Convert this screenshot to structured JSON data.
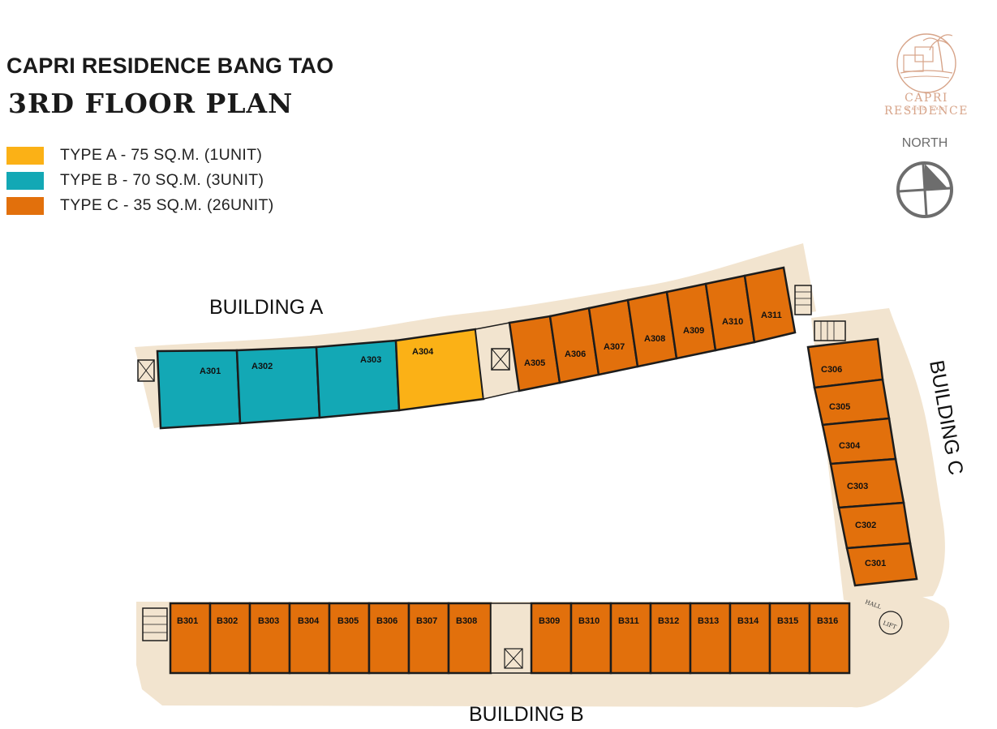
{
  "header": {
    "title": "CAPRI RESIDENCE BANG TAO",
    "subtitle": "3RD FLOOR PLAN"
  },
  "legend": [
    {
      "label": "TYPE A - 75 SQ.M. (1UNIT)",
      "color": "#fbb116"
    },
    {
      "label": "TYPE B - 70 SQ.M. (3UNIT)",
      "color": "#13a8b5"
    },
    {
      "label": "TYPE C - 35 SQ.M. (26UNIT)",
      "color": "#e2700c"
    }
  ],
  "logo": {
    "brand": "CAPRI RESIDENCE",
    "sub": "BANG TAO",
    "color": "#d7a489"
  },
  "compass": {
    "label": "NORTH",
    "icon": "north-compass-icon",
    "color": "#6d6d6d"
  },
  "colors": {
    "type_a": "#fbb116",
    "type_b": "#13a8b5",
    "type_c": "#e2700c",
    "common": "#f2e4cf",
    "wall": "#1c1c1c"
  },
  "buildings": {
    "a": {
      "label": "BUILDING A",
      "units": [
        {
          "id": "A301",
          "type": "B"
        },
        {
          "id": "A302",
          "type": "B"
        },
        {
          "id": "A303",
          "type": "B"
        },
        {
          "id": "A304",
          "type": "A"
        },
        {
          "id": "A305",
          "type": "C"
        },
        {
          "id": "A306",
          "type": "C"
        },
        {
          "id": "A307",
          "type": "C"
        },
        {
          "id": "A308",
          "type": "C"
        },
        {
          "id": "A309",
          "type": "C"
        },
        {
          "id": "A310",
          "type": "C"
        },
        {
          "id": "A311",
          "type": "C"
        }
      ]
    },
    "b": {
      "label": "BUILDING B",
      "units": [
        "B301",
        "B302",
        "B303",
        "B304",
        "B305",
        "B306",
        "B307",
        "B308",
        "B309",
        "B310",
        "B311",
        "B312",
        "B313",
        "B314",
        "B315",
        "B316"
      ]
    },
    "c": {
      "label": "BUILDING C",
      "units": [
        "C306",
        "C305",
        "C304",
        "C303",
        "C302",
        "C301"
      ]
    }
  },
  "annotations": {
    "hall": "HALL",
    "lift": "LIFT"
  }
}
